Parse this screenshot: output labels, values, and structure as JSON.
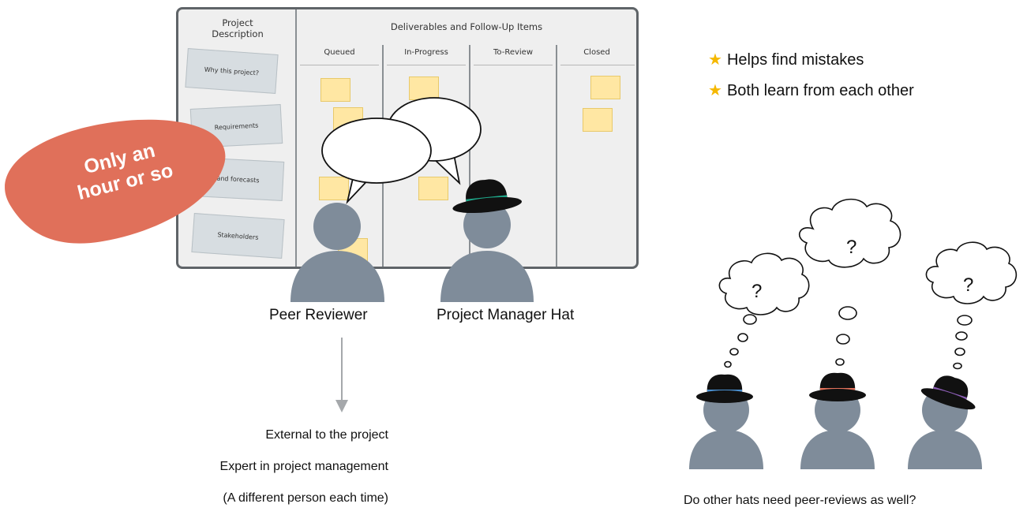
{
  "board": {
    "description_header": "Project\nDescription",
    "deliverables_header": "Deliverables and Follow-Up Items",
    "columns": [
      "Queued",
      "In-Progress",
      "To-Review",
      "Closed"
    ],
    "description_cards": [
      "Why this project?",
      "Requirements",
      "and forecasts",
      "Stakeholders"
    ]
  },
  "badge": {
    "line1": "Only an",
    "line2": "hour or so",
    "color": "#e0705a"
  },
  "people": {
    "peer_reviewer": "Peer Reviewer",
    "project_manager": "Project Manager Hat",
    "body_color": "#7f8c9a"
  },
  "benefits": [
    "Helps find mistakes",
    "Both learn from each other"
  ],
  "reviewer_traits": [
    "External to the project",
    "Expert in project management",
    "(A different person each time)"
  ],
  "other_hats": {
    "question_mark": "?",
    "band_colors": [
      "#4a8fcf",
      "#e0705a",
      "#8e5fb8"
    ],
    "caption": "Do other hats need peer-reviews as well?"
  },
  "pm_hat_band_color": "#1fa88a"
}
